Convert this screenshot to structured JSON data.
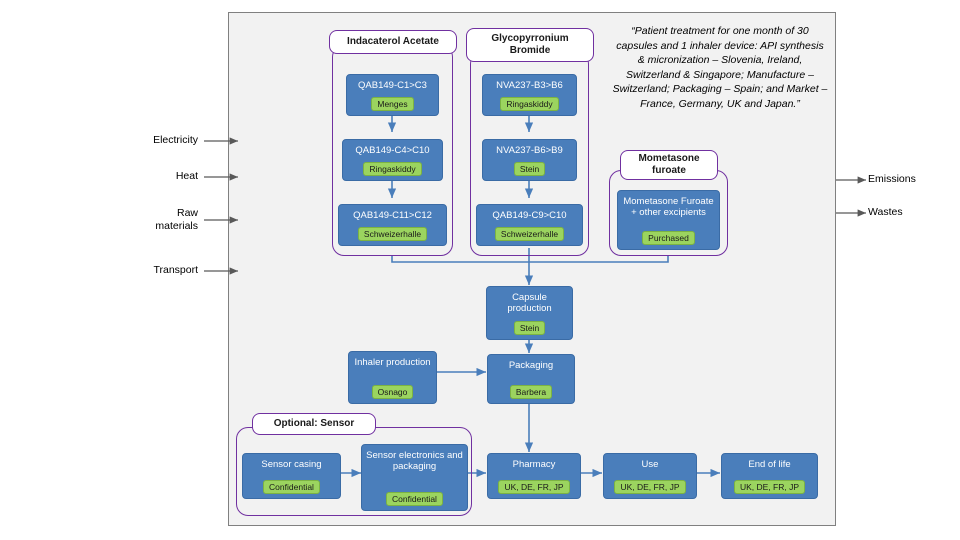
{
  "diagram": {
    "title": "Pharmaceutical product life cycle flow diagram",
    "colors": {
      "panel_background": "#f2f2f2",
      "process_box": "#4a7ebb",
      "tag_green": "#9bd45f",
      "group_border": "#7030a0",
      "arrow": "#4a7ebb"
    },
    "quote": "“Patient treatment for one month of 30 capsules and 1 inhaler device: API synthesis & micronization – Slovenia, Ireland, Switzerland & Singapore; Manufacture – Switzerland; Packaging – Spain; and Market – France, Germany, UK and Japan.”",
    "inputs": [
      {
        "label": "Electricity"
      },
      {
        "label": "Heat"
      },
      {
        "label": "Raw\nmaterials"
      },
      {
        "label": "Transport"
      }
    ],
    "input_labels": {
      "electricity": "Electricity",
      "heat": "Heat",
      "raw_materials_line1": "Raw",
      "raw_materials_line2": "materials",
      "transport": "Transport"
    },
    "outputs": {
      "emissions": "Emissions",
      "wastes": "Wastes"
    },
    "groups": {
      "indacaterol": "Indacaterol Acetate",
      "glycopyrronium": "Glycopyrronium Bromide",
      "mometasone_line1": "Mometasone",
      "mometasone_line2": "furoate",
      "optional_sensor": "Optional: Sensor"
    },
    "boxes": {
      "qab_c1_c3": {
        "title": "QAB149-C1>C3",
        "tag": "Menges"
      },
      "qab_c4_c10": {
        "title": "QAB149-C4>C10",
        "tag": "Ringaskiddy"
      },
      "qab_c11_c12": {
        "title": "QAB149-C11>C12",
        "tag": "Schweizerhalle"
      },
      "nva_b3_b6": {
        "title": "NVA237-B3>B6",
        "tag": "Ringaskiddy"
      },
      "nva_b6_b9": {
        "title": "NVA237-B6>B9",
        "tag": "Stein"
      },
      "qab_c9_c10": {
        "title": "QAB149-C9>C10",
        "tag": "Schweizerhalle"
      },
      "mometasone_excipients": {
        "title": "Mometasone Furoate + other excipients",
        "tag": "Purchased"
      },
      "capsule_production": {
        "title": "Capsule production",
        "tag": "Stein"
      },
      "inhaler_production": {
        "title": "Inhaler production",
        "tag": "Osnago"
      },
      "packaging": {
        "title": "Packaging",
        "tag": "Barbera"
      },
      "sensor_casing": {
        "title": "Sensor casing",
        "tag": "Confidential"
      },
      "sensor_electronics": {
        "title": "Sensor electronics and packaging",
        "tag": "Confidential"
      },
      "pharmacy": {
        "title": "Pharmacy",
        "tag": "UK, DE, FR, JP"
      },
      "use": {
        "title": "Use",
        "tag": "UK, DE, FR, JP"
      },
      "end_of_life": {
        "title": "End of life",
        "tag": "UK, DE, FR, JP"
      }
    }
  }
}
